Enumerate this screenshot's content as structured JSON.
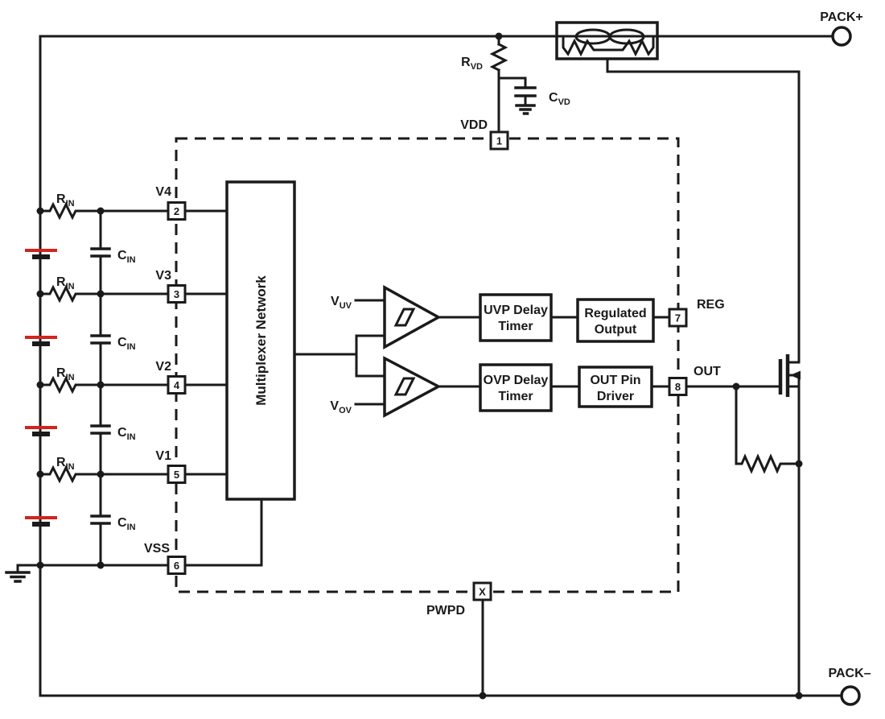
{
  "terminals": {
    "pack_plus": "PACK+",
    "pack_minus": "PACK–"
  },
  "ic": {
    "pins": [
      {
        "number": "1",
        "name": "VDD"
      },
      {
        "number": "2",
        "name": "V4"
      },
      {
        "number": "3",
        "name": "V3"
      },
      {
        "number": "4",
        "name": "V2"
      },
      {
        "number": "5",
        "name": "V1"
      },
      {
        "number": "6",
        "name": "VSS"
      },
      {
        "number": "7",
        "name": "REG"
      },
      {
        "number": "8",
        "name": "OUT"
      },
      {
        "number": "X",
        "name": "PWPD"
      }
    ],
    "blocks": {
      "mux": "Multiplexer Network",
      "uvp_timer": {
        "line1": "UVP Delay",
        "line2": "Timer"
      },
      "ovp_timer": {
        "line1": "OVP Delay",
        "line2": "Timer"
      },
      "regulated_output": {
        "line1": "Regulated",
        "line2": "Output"
      },
      "out_pin_driver": {
        "line1": "OUT Pin",
        "line2": "Driver"
      }
    },
    "references": {
      "vuv": {
        "main": "V",
        "sub": "UV"
      },
      "vov": {
        "main": "V",
        "sub": "OV"
      }
    }
  },
  "components": {
    "rin": {
      "main": "R",
      "sub": "IN"
    },
    "cin": {
      "main": "C",
      "sub": "IN"
    },
    "rvd": {
      "main": "R",
      "sub": "VD"
    },
    "cvd": {
      "main": "C",
      "sub": "VD"
    }
  },
  "colors": {
    "line": "#1a1a1a",
    "cell_red": "#d2241e",
    "background": "#ffffff"
  }
}
